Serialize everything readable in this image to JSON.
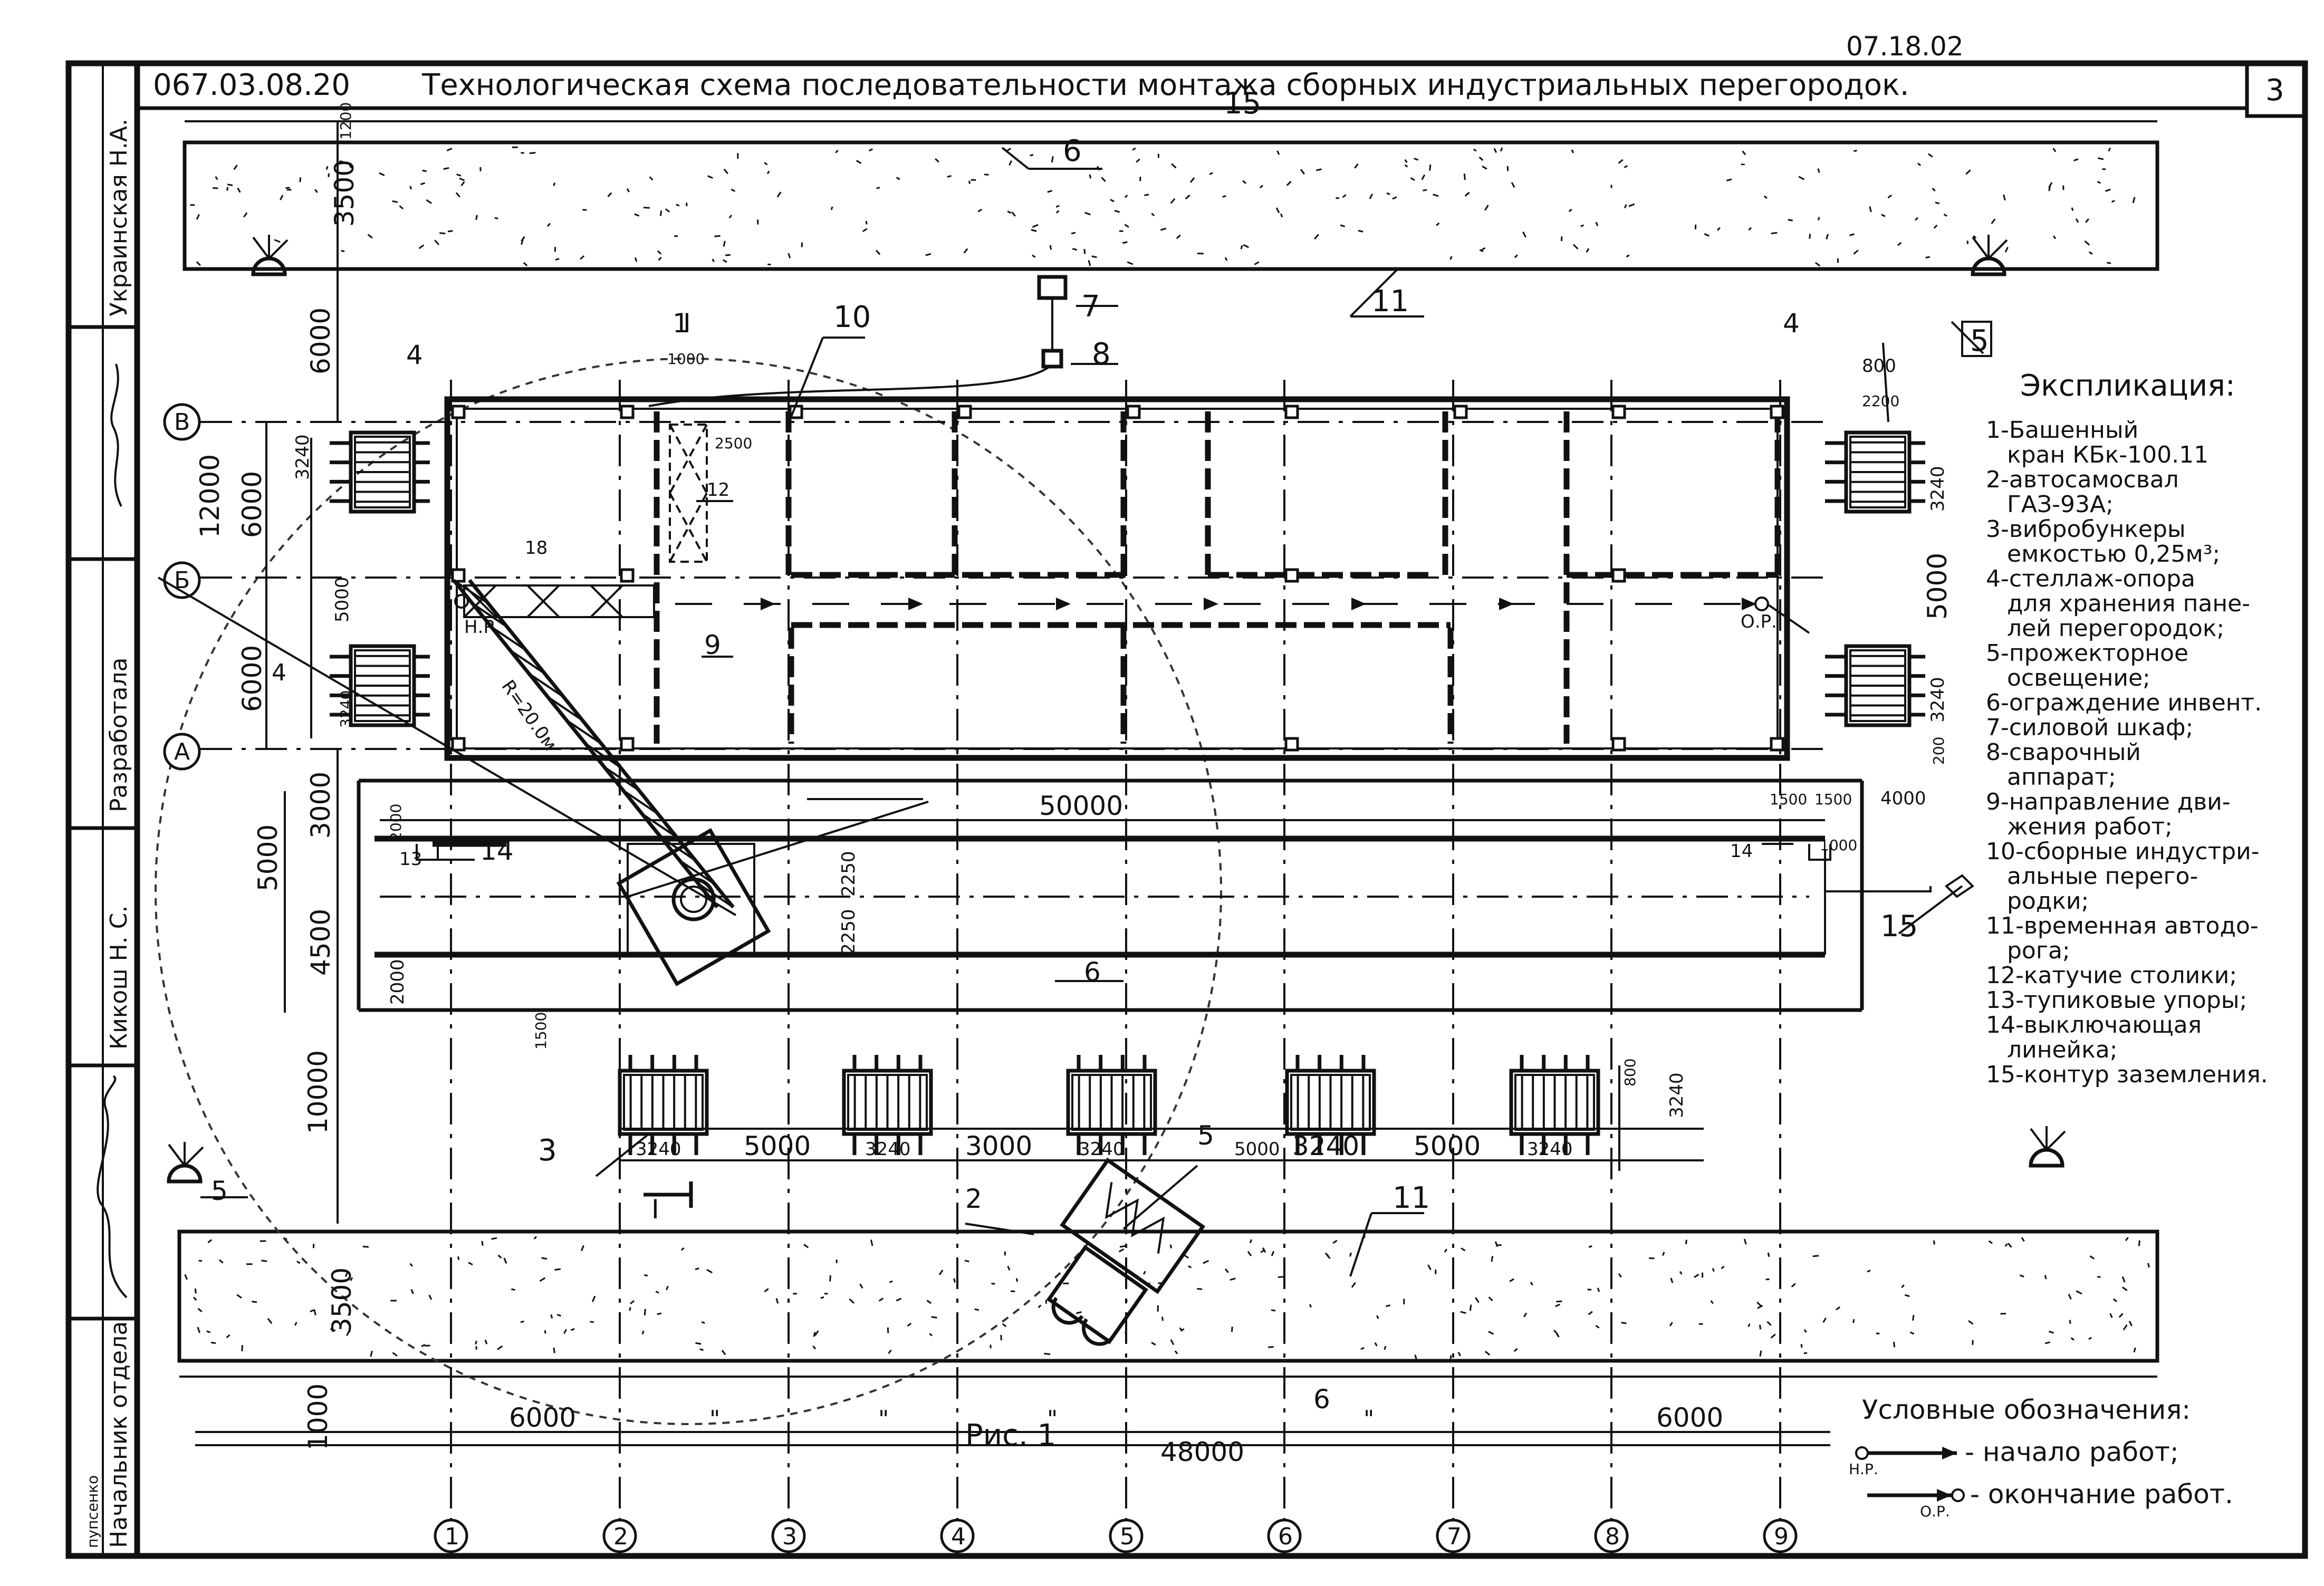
{
  "header": {
    "date": "07.18.02",
    "doc_code": "067.03.08.20",
    "title": "Технологическая схема последовательности монтажа сборных индустриальных перегородок.",
    "sheet_no": "3"
  },
  "stamp": {
    "name_ukr": "Украинская Н.А.",
    "role_dev": "Разработала",
    "name_kik": "Кикош Н. С.",
    "role_head": "Начальник отдела",
    "note": "пупсенко"
  },
  "axes": {
    "rows": [
      "В",
      "Б",
      "А"
    ],
    "cols": [
      "1",
      "2",
      "3",
      "4",
      "5",
      "6",
      "7",
      "8",
      "9"
    ]
  },
  "dimensions": {
    "road_top_1200": "1200",
    "road_top_3500": "3500",
    "dist_6000": "6000",
    "row_6000_a": "6000",
    "row_6000_b": "6000",
    "total_12000": "12000",
    "rack_3240_left": "3240",
    "rack_5000_left": "5000",
    "rack_3240_left2": "3240",
    "wall_1000": "1000",
    "wall_2500": "2500",
    "rack_800": "800",
    "rack_2200": "2200",
    "rack_3240_right": "3240",
    "rack_5000_right": "5000",
    "rack_3240_right2": "3240",
    "rack_200": "200",
    "crane_3000": "3000",
    "crane_2000a": "2000",
    "crane_5000": "5000",
    "crane_4500": "4500",
    "crane_2000b": "2000",
    "track_50000": "50000",
    "track_2250a": "2250",
    "track_2250b": "2250",
    "end_1500a": "1500",
    "end_1500b": "1500",
    "end_4000": "4000",
    "end_1000": "1000",
    "racks_1500": "1500",
    "racks_10000": "10000",
    "racks_3240_side": "3240",
    "racks_800": "800",
    "r_3240_1": "3240",
    "r_5000_1": "5000",
    "r_3240_2": "3240",
    "r_3000": "3000",
    "r_3240_3": "3240",
    "r_5000_2": "5000",
    "r_3240_4": "3240",
    "r_5000_3": "5000",
    "r_3240_5": "3240",
    "road_bot_3500": "3500",
    "road_bot_1000": "1000",
    "span_6000_a": "6000",
    "span_6000_b": "6000",
    "span_48000": "48000",
    "span_q1": "\"",
    "span_q2": "\"",
    "span_q3": "\"",
    "span_q4": "\"",
    "crane_radius": "R=20.0м"
  },
  "callouts": [
    "1",
    "2",
    "3",
    "4",
    "4",
    "4",
    "5",
    "5",
    "6",
    "6",
    "6",
    "7",
    "8",
    "9",
    "10",
    "11",
    "11",
    "12",
    "13",
    "14",
    "14",
    "15",
    "15",
    "18",
    "I",
    "I",
    "Н.Р.",
    "О.Р."
  ],
  "figure_caption": "Рис. 1",
  "explication": {
    "title": "Экспликация:",
    "items": [
      "1-Башенный",
      "кран КБк-100.11",
      "2-автосамосвал",
      "ГАЗ-93А;",
      "3-вибробункеры",
      "емкостью 0,25м³;",
      "4-стеллаж-опора",
      "для хранения пане-",
      "лей перегородок;",
      "5-прожекторное",
      "освещение;",
      "6-ограждение инвент.",
      "7-силовой шкаф;",
      "8-сварочный",
      "аппарат;",
      "9-направление дви-",
      "жения работ;",
      "10-сборные индустри-",
      "альные перего-",
      "родки;",
      "11-временная автодо-",
      "рога;",
      "12-катучие столики;",
      "13-тупиковые упоры;",
      "14-выключающая",
      "линейка;",
      "15-контур заземления."
    ]
  },
  "legend": {
    "title": "Условные обозначения:",
    "start_label": "- начало работ;",
    "start_tag": "Н.Р.",
    "end_label": "- окончание работ.",
    "end_tag": "О.Р."
  }
}
